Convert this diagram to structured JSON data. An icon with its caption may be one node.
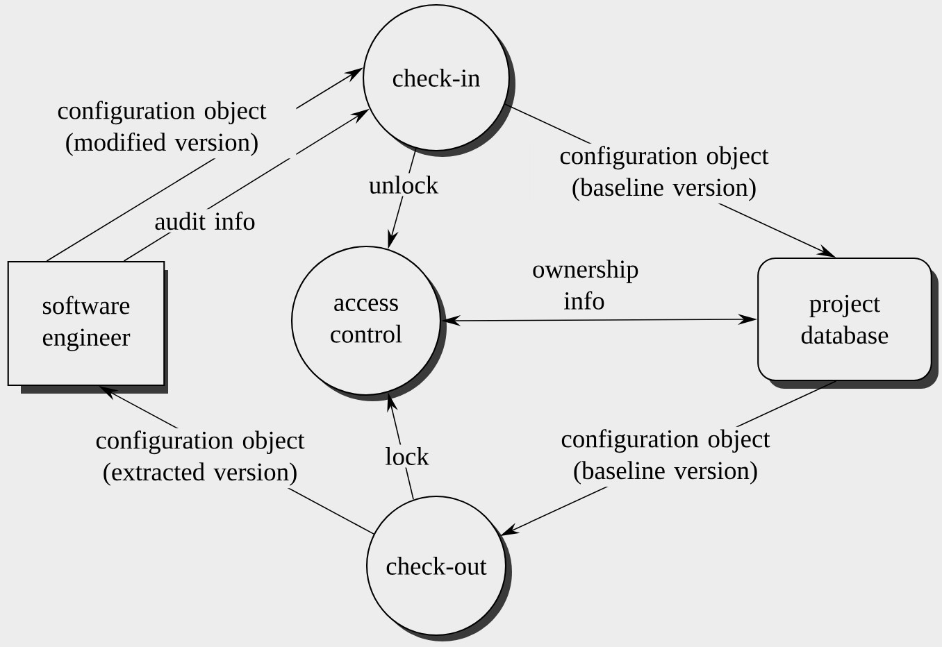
{
  "diagram": {
    "nodes": [
      {
        "text": [
          "software engineer"
        ]
      },
      {
        "text": [
          "check-in"
        ]
      },
      {
        "text": [
          "access control"
        ]
      },
      {
        "text": [
          "project database"
        ]
      },
      {
        "text": [
          "check-out"
        ]
      }
    ],
    "edges": [
      {
        "from": 0,
        "to": 1,
        "arrow": "to",
        "label": "configuration object (modified version)"
      },
      {
        "from": 0,
        "to": 1,
        "arrow": "to",
        "label": "audit info"
      },
      {
        "from": 1,
        "to": 2,
        "arrow": "to",
        "label": "unlock"
      },
      {
        "from": 1,
        "to": 3,
        "arrow": "to",
        "label": "configuration object (baseline version)"
      },
      {
        "from": 2,
        "to": 3,
        "arrow": "both",
        "label": "ownership info"
      },
      {
        "from": 4,
        "to": 2,
        "arrow": "to",
        "label": "lock"
      },
      {
        "from": 3,
        "to": 4,
        "arrow": "to",
        "label": "configuration object (baseline version)"
      },
      {
        "from": 4,
        "to": 0,
        "arrow": "to",
        "label": "configuration object (extracted version)"
      }
    ]
  }
}
